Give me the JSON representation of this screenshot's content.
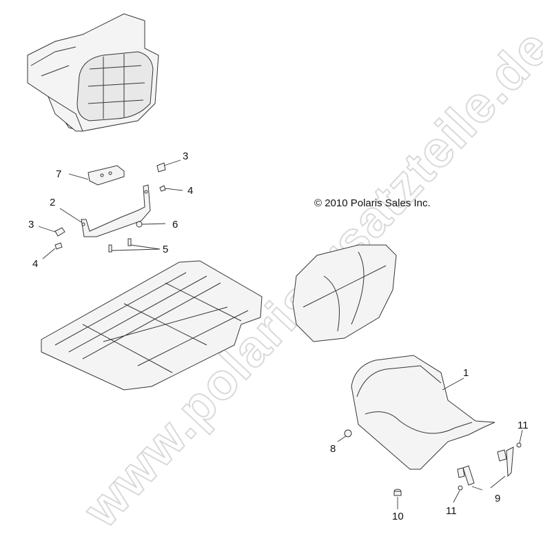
{
  "diagram": {
    "type": "exploded parts diagram",
    "subject": "Seat assembly",
    "copyright": "© 2010 Polaris Sales Inc.",
    "watermark": "www.polarisersatzteile.de"
  },
  "callouts": [
    {
      "id": "c1",
      "label": "1",
      "part": "seat"
    },
    {
      "id": "c2",
      "label": "2",
      "part": "bracket"
    },
    {
      "id": "c3a",
      "label": "3",
      "part": "latch-striker-left"
    },
    {
      "id": "c3b",
      "label": "3",
      "part": "latch-striker-right"
    },
    {
      "id": "c4a",
      "label": "4",
      "part": "screw-left"
    },
    {
      "id": "c4b",
      "label": "4",
      "part": "screw-right"
    },
    {
      "id": "c5",
      "label": "5",
      "part": "bolts"
    },
    {
      "id": "c6",
      "label": "6",
      "part": "nut"
    },
    {
      "id": "c7",
      "label": "7",
      "part": "latch"
    },
    {
      "id": "c8",
      "label": "8",
      "part": "clip"
    },
    {
      "id": "c9",
      "label": "9",
      "part": "hinge-brackets"
    },
    {
      "id": "c10",
      "label": "10",
      "part": "bumper"
    },
    {
      "id": "c11a",
      "label": "11",
      "part": "screw-lower"
    },
    {
      "id": "c11b",
      "label": "11",
      "part": "screw-upper"
    }
  ]
}
